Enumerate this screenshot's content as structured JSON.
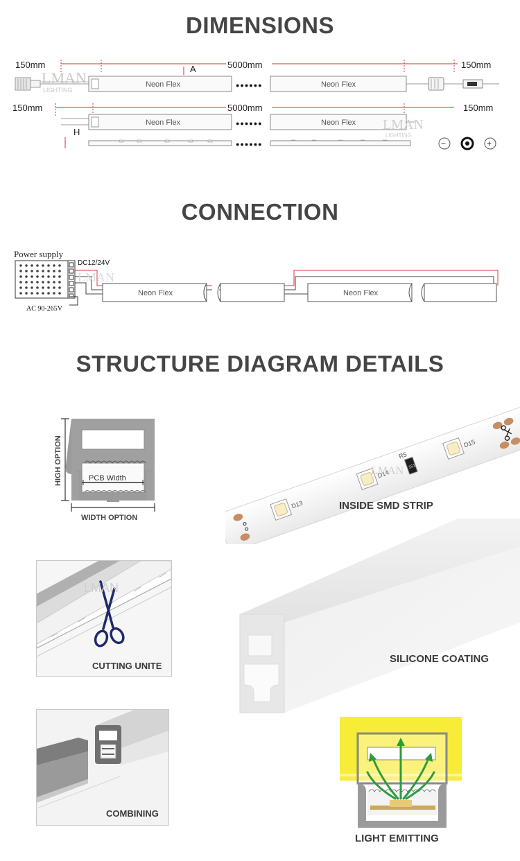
{
  "sections": {
    "dimensions_title": "DIMENSIONS",
    "connection_title": "CONNECTION",
    "structure_title": "STRUCTURE DIAGRAM DETAILS"
  },
  "dimensions": {
    "row1": {
      "left_len": "150mm",
      "mid_len": "5000mm",
      "right_len": "150mm",
      "marker_a": "A"
    },
    "row2": {
      "left_len": "150mm",
      "mid_len": "5000mm",
      "right_len": "150mm",
      "marker_h": "H"
    },
    "strip_label": "Neon Flex",
    "dots": "●●●●●●",
    "watermark": {
      "main": "LMAN",
      "sub": "LIGHTING"
    },
    "polarity": {
      "minus": "−",
      "plus": "+"
    }
  },
  "connection": {
    "power_supply": "Power supply",
    "dc_label": "DC12/24V",
    "ac_label": "AC 90-265V",
    "strip_label": "Neon Flex"
  },
  "structure": {
    "cross_section": {
      "high": "HIGH OPTION",
      "width": "WIDTH OPTION",
      "pcb": "PCB Width"
    },
    "smd": {
      "caption": "INSIDE SMD STRIP",
      "leds": [
        "D13",
        "D14",
        "D15"
      ],
      "resistor": "R5",
      "res_code": "151"
    },
    "cutting": {
      "caption": "CUTTING UNITE"
    },
    "silicone": {
      "caption": "SILICONE COATING"
    },
    "combining": {
      "caption": "COMBINING"
    },
    "light": {
      "caption": "LIGHT EMITTING"
    }
  },
  "colors": {
    "title": "#454545",
    "wire_red": "#d9383a",
    "glow": "#f7ec37",
    "arrow_green": "#2e9b3f"
  }
}
